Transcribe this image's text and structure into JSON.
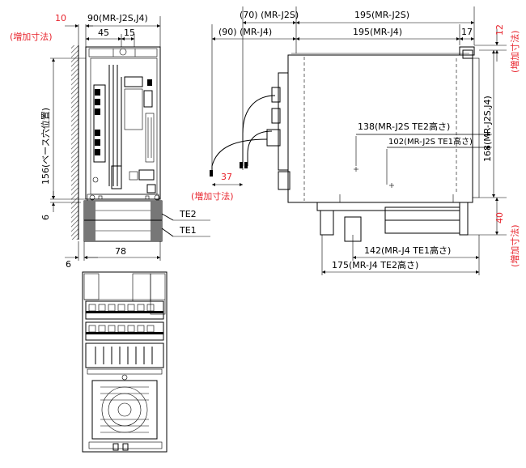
{
  "dimensions": {
    "front": {
      "width_total": "90(MR-J2S,J4)",
      "w45": "45",
      "w15": "15",
      "add10": "10",
      "add10_note": "(増加寸法)",
      "height156": "156(ベース穴位置)",
      "h6_left": "6",
      "w6_bottom": "6",
      "w78": "78",
      "te2": "TE2",
      "te1": "TE1"
    },
    "side": {
      "d70": "(70) (MR-J2S)",
      "d90": "(90) (MR-J4)",
      "d195_j2s": "195(MR-J2S)",
      "d195_j4": "195(MR-J4)",
      "d17": "17",
      "add12": "12",
      "add12_note": "(増加寸法)",
      "h168": "168(MR-J2S,J4)",
      "d138": "138(MR-J2S TE2高さ)",
      "d102": "102(MR-J2S TE1高さ)",
      "add37": "37",
      "add37_note": "(増加寸法)",
      "add40": "40",
      "add40_note": "(増加寸法)",
      "d142": "142(MR-J4 TE1高さ)",
      "d175": "175(MR-J4 TE2高さ)"
    }
  },
  "colors": {
    "accent_red": "#e8252e",
    "line": "#000000"
  }
}
